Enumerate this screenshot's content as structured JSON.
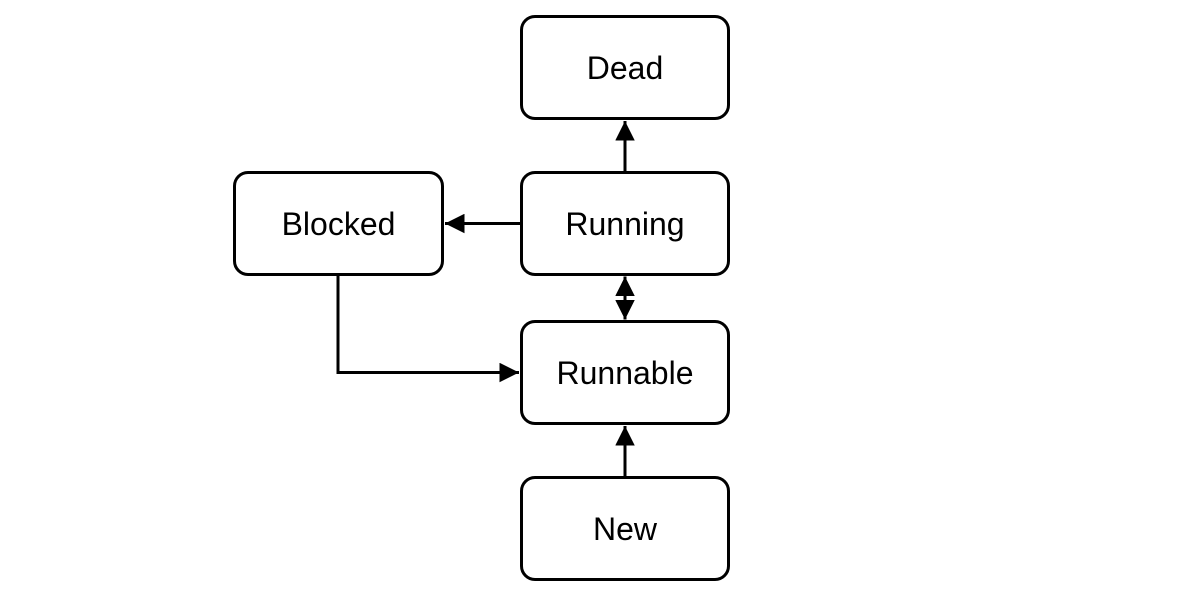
{
  "diagram": {
    "background_color": "#ffffff",
    "node_fill_color": "#ffffff",
    "stroke_color": "#000000",
    "text_color": "#000000",
    "nodes": [
      {
        "id": "dead",
        "label": "Dead"
      },
      {
        "id": "blocked",
        "label": "Blocked"
      },
      {
        "id": "running",
        "label": "Running"
      },
      {
        "id": "runnable",
        "label": "Runnable"
      },
      {
        "id": "new",
        "label": "New"
      }
    ],
    "edges": [
      {
        "from": "running",
        "to": "dead",
        "style": "solid",
        "arrow": "single"
      },
      {
        "from": "running",
        "to": "blocked",
        "style": "solid",
        "arrow": "single"
      },
      {
        "from": "running",
        "to": "runnable",
        "style": "solid",
        "arrow": "double"
      },
      {
        "from": "blocked",
        "to": "runnable",
        "style": "solid-elbow",
        "arrow": "single"
      },
      {
        "from": "new",
        "to": "runnable",
        "style": "solid",
        "arrow": "single"
      }
    ]
  }
}
